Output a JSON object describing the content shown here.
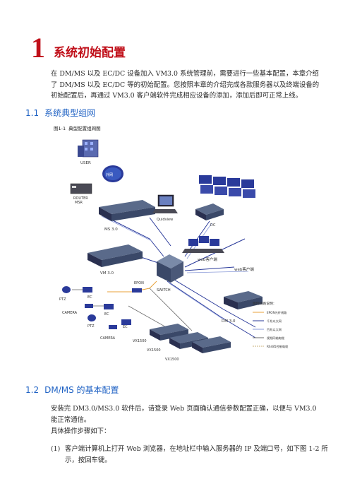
{
  "chapter": {
    "number": "1",
    "title": "系统初始配置"
  },
  "intro": "在 DM/MS 以及 EC/DC 设备加入 VM3.0 系统管理前，需要进行一些基本配置，本章介绍了 DM/MS 以及 EC/DC 等的初始配置。您按照本章的介绍完成各款服务器以及终端设备的初始配置后，再通过 VM3.0 客户端软件完成相应设备的添加，添加后即可正常上线。",
  "section1": {
    "number": "1.1",
    "title": "系统典型组网"
  },
  "figure": {
    "number": "图1-1",
    "title": "典型配置组网图"
  },
  "diagram_labels": {
    "user": "USER",
    "internet": "外网",
    "router": "ROUTER",
    "msr": "MSR",
    "ms": "MS 3.0",
    "quidview": "Quidview",
    "dc": "DC",
    "vm": "VM 3.0",
    "web_client_1": "web客户端",
    "web_client_2": "web客户端",
    "epon": "EPON",
    "switch": "SWITCH",
    "ptz_1": "PTZ",
    "ec_1": "EC",
    "camera_1": "CAMERA",
    "ptz_2": "PTZ",
    "ec_2": "EC",
    "ec_3": "EC",
    "camera_2": "CAMERA",
    "dm": "DM 3.0",
    "vx1500_1": "VX1500",
    "vx1500_2": "VX1500",
    "vx1500_3": "VX1500",
    "legend_title": "图例线路说明：",
    "legend_items": [
      "EPON光纤线路",
      "千兆以太网",
      "百兆以太网",
      "视频同轴电缆",
      "RS485控制电缆"
    ]
  },
  "colors": {
    "heading": "#c0101a",
    "section": "#1f62c4",
    "epon_line": "#e8a23a",
    "gigabit_line": "#2a3a9a",
    "fast_line": "#8a9ad8",
    "coax_line": "#6a6a6a",
    "rs485_line": "#c9b27a"
  },
  "section2": {
    "number": "1.2",
    "title": "DM/MS 的基本配置"
  },
  "section2_intro": "安装完 DM3.0/MS3.0 软件后，请登录 Web 页面确认通信参数配置正确，以便与 VM3.0 能正常通信。",
  "steps_intro": "具体操作步骤如下：",
  "steps": [
    {
      "index": "(1)",
      "text": "客户端计算机上打开 Web 浏览器，在地址栏中输入服务器的 IP 及端口号，如下图 1-2 所示，按回车键。"
    }
  ]
}
